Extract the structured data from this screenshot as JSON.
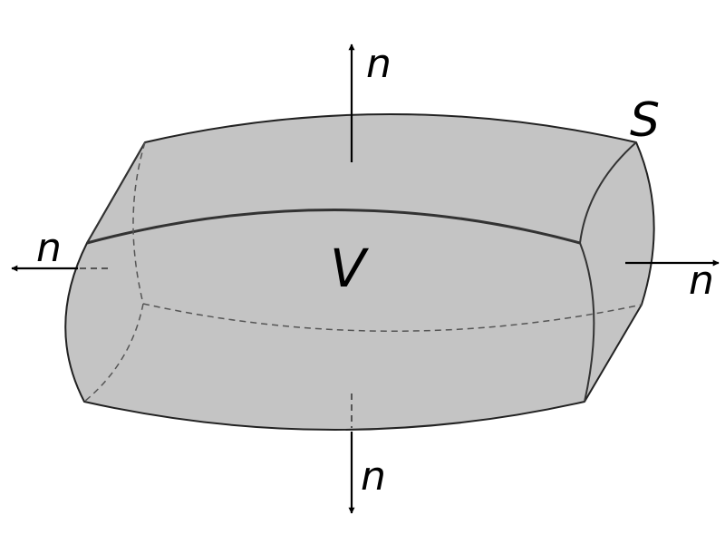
{
  "labels": {
    "surface": "S",
    "volume": "V",
    "normal_top": "n",
    "normal_bottom": "n",
    "normal_left": "n",
    "normal_right": "n"
  },
  "colors": {
    "solid_fill": "#c4c4c4",
    "edge": "#333333",
    "hidden_edge": "#555555",
    "arrow": "#000000"
  }
}
